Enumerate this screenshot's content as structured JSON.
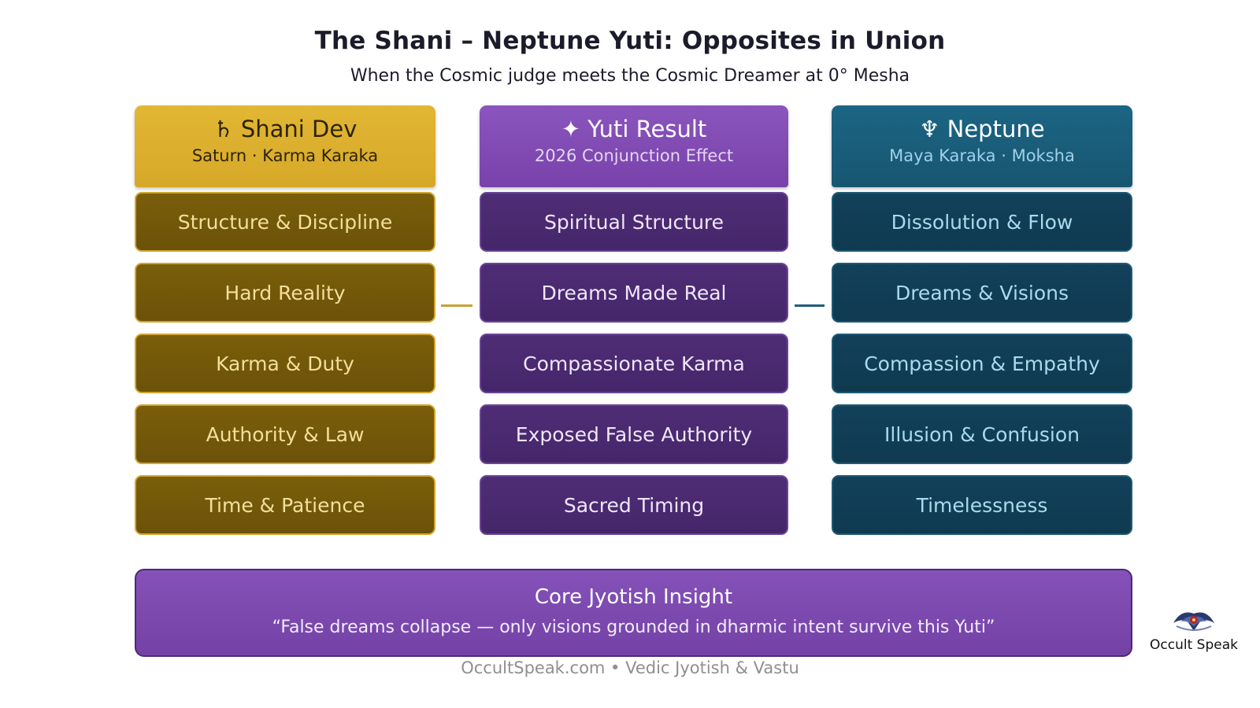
{
  "title": "The Shani – Neptune Yuti: Opposites in Union",
  "subtitle": "When the Cosmic judge meets the Cosmic Dreamer at 0° Mesha",
  "colors": {
    "shani": "#d9aa2c",
    "yuti": "#7a46ac",
    "neptune": "#18597a"
  },
  "columns": {
    "shani": {
      "symbol": "♄",
      "title": "Shani Dev",
      "subtitle": "Saturn · Karma Karaka",
      "rows": [
        "Structure & Discipline",
        "Hard Reality",
        "Karma & Duty",
        "Authority & Law",
        "Time & Patience"
      ]
    },
    "yuti": {
      "symbol": "✦",
      "title": "Yuti Result",
      "subtitle": "2026 Conjunction Effect",
      "rows": [
        "Spiritual Structure",
        "Dreams Made Real",
        "Compassionate Karma",
        "Exposed False Authority",
        "Sacred Timing"
      ]
    },
    "neptune": {
      "symbol": "♆",
      "title": "Neptune",
      "subtitle": "Maya Karaka · Moksha",
      "rows": [
        "Dissolution & Flow",
        "Dreams & Visions",
        "Compassion & Empathy",
        "Illusion & Confusion",
        "Timelessness"
      ]
    }
  },
  "insight": {
    "title": "Core Jyotish Insight",
    "quote": "“False dreams collapse — only visions grounded in dharmic intent survive this Yuti”"
  },
  "footer": "OccultSpeak.com • Vedic Jyotish & Vastu",
  "brand": {
    "name": "Occult Speak",
    "icon": "occult-speak-logo-icon"
  }
}
